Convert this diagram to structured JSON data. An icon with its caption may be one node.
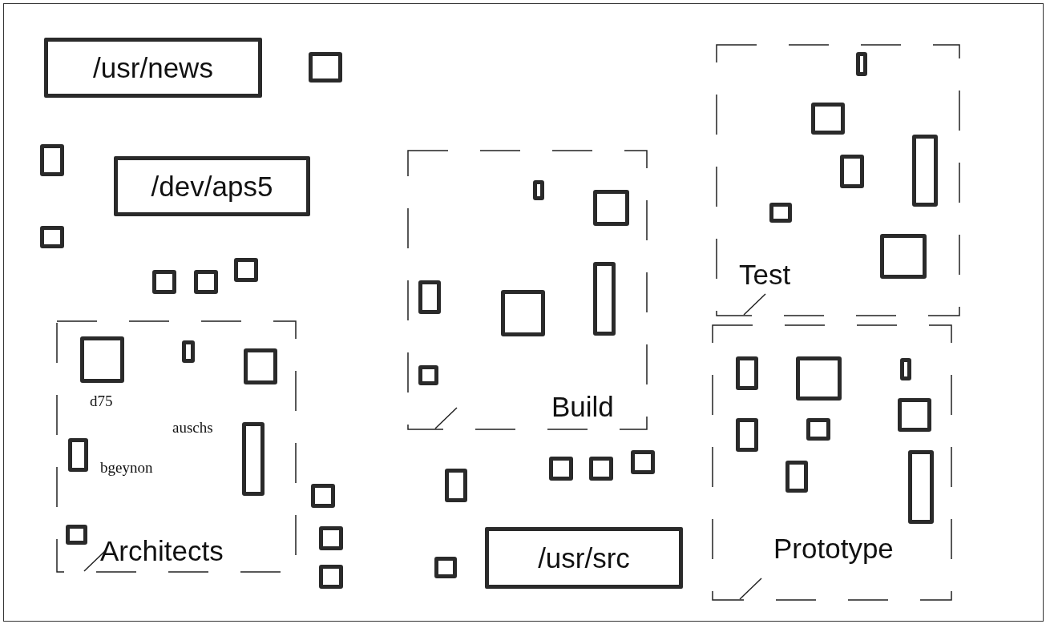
{
  "diagram": {
    "nodes": [
      {
        "text": [
          "/usr/news"
        ]
      },
      {
        "text": [],
        "shape": "box"
      },
      {
        "text": [],
        "shape": "box"
      },
      {
        "text": [
          "/dev/aps5"
        ]
      },
      {
        "text": [],
        "shape": "box"
      },
      {
        "text": [],
        "shape": "box"
      },
      {
        "text": [],
        "shape": "box"
      },
      {
        "text": [],
        "shape": "box"
      },
      {
        "text": [
          "Architects"
        ]
      },
      {
        "text": [],
        "shape": "box",
        "in": 8,
        "beside": [
          "d75"
        ]
      },
      {
        "text": [],
        "shape": "box",
        "in": 8
      },
      {
        "text": [],
        "shape": "box",
        "in": 8
      },
      {
        "text": [],
        "shape": "box",
        "in": 8,
        "beside": [
          "auschs"
        ]
      },
      {
        "text": [],
        "shape": "box",
        "in": 8,
        "beside": [
          "bgeynon"
        ]
      },
      {
        "text": [],
        "shape": "box",
        "in": 8
      },
      {
        "text": [],
        "shape": "box"
      },
      {
        "text": [],
        "shape": "box"
      },
      {
        "text": [],
        "shape": "box"
      },
      {
        "text": [
          "Build"
        ]
      },
      {
        "text": [],
        "shape": "box",
        "in": 18
      },
      {
        "text": [],
        "shape": "box",
        "in": 18
      },
      {
        "text": [],
        "shape": "box",
        "in": 18
      },
      {
        "text": [],
        "shape": "box",
        "in": 18
      },
      {
        "text": [],
        "shape": "box",
        "in": 18
      },
      {
        "text": [],
        "shape": "box",
        "in": 18
      },
      {
        "text": [],
        "shape": "box"
      },
      {
        "text": [],
        "shape": "box"
      },
      {
        "text": [],
        "shape": "box"
      },
      {
        "text": [],
        "shape": "box"
      },
      {
        "text": [
          "/usr/src"
        ]
      },
      {
        "text": [],
        "shape": "box"
      },
      {
        "text": [
          "Test"
        ]
      },
      {
        "text": [],
        "shape": "box",
        "in": 31
      },
      {
        "text": [],
        "shape": "box",
        "in": 31
      },
      {
        "text": [],
        "shape": "box",
        "in": 31
      },
      {
        "text": [],
        "shape": "box",
        "in": 31
      },
      {
        "text": [],
        "shape": "box",
        "in": 31
      },
      {
        "text": [],
        "shape": "box",
        "in": 31
      },
      {
        "text": [
          "Prototype"
        ]
      },
      {
        "text": [],
        "shape": "box",
        "in": 38
      },
      {
        "text": [],
        "shape": "box",
        "in": 38
      },
      {
        "text": [],
        "shape": "box",
        "in": 38
      },
      {
        "text": [],
        "shape": "box",
        "in": 38
      },
      {
        "text": [],
        "shape": "box",
        "in": 38
      },
      {
        "text": [],
        "shape": "box",
        "in": 38
      },
      {
        "text": [],
        "shape": "box",
        "in": 38
      },
      {
        "text": [],
        "shape": "box",
        "in": 38
      }
    ],
    "edges": []
  }
}
